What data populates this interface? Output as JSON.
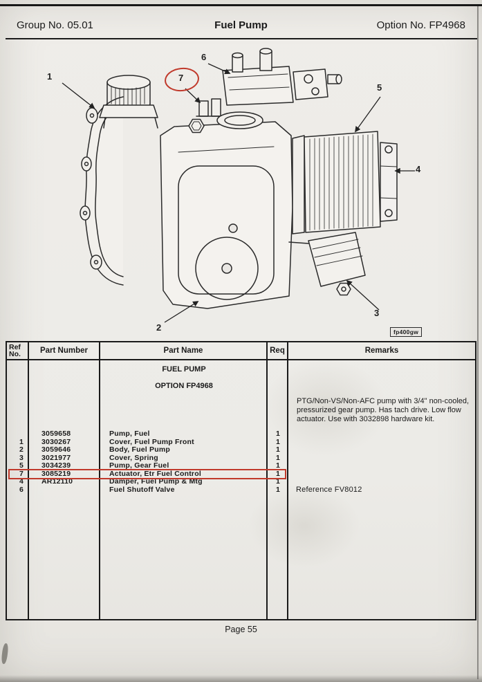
{
  "header": {
    "group_no": "Group No. 05.01",
    "title": "Fuel Pump",
    "option_no": "Option No. FP4968"
  },
  "diagram": {
    "callouts": [
      "1",
      "2",
      "3",
      "4",
      "5",
      "6",
      "7"
    ],
    "highlighted_callout": "7",
    "figure_label": "fp400gw"
  },
  "table": {
    "headers": {
      "ref_line1": "Ref",
      "ref_line2": "No.",
      "part_number": "Part Number",
      "part_name": "Part Name",
      "req": "Req",
      "remarks": "Remarks"
    },
    "section_title": "FUEL PUMP",
    "section_subtitle": "OPTION FP4968",
    "remarks_note": "PTG/Non-VS/Non-AFC pump with 3/4\" non-cooled, pressurized gear pump. Has tach drive. Low flow actuator. Use with 3032898 hardware kit.",
    "rows": [
      {
        "ref": "",
        "part_number": "3059658",
        "part_name": "Pump, Fuel",
        "req": "1",
        "remarks": ""
      },
      {
        "ref": "1",
        "part_number": "3030267",
        "part_name": "Cover, Fuel Pump Front",
        "req": "1",
        "remarks": ""
      },
      {
        "ref": "2",
        "part_number": "3059646",
        "part_name": "Body, Fuel Pump",
        "req": "1",
        "remarks": ""
      },
      {
        "ref": "3",
        "part_number": "3021977",
        "part_name": "Cover, Spring",
        "req": "1",
        "remarks": ""
      },
      {
        "ref": "5",
        "part_number": "3034239",
        "part_name": "Pump, Gear Fuel",
        "req": "1",
        "remarks": ""
      },
      {
        "ref": "7",
        "part_number": "3085219",
        "part_name": "Actuator, Etr Fuel Control",
        "req": "1",
        "remarks": ""
      },
      {
        "ref": "4",
        "part_number": "AR12110",
        "part_name": "Damper, Fuel Pump & Mtg",
        "req": "1",
        "remarks": ""
      },
      {
        "ref": "6",
        "part_number": "",
        "part_name": "Fuel Shutoff Valve",
        "req": "1",
        "remarks": "Reference FV8012"
      }
    ]
  },
  "footer": {
    "page_label": "Page 55"
  },
  "colors": {
    "highlight_red": "#c0392b",
    "ink": "#1a1a1a",
    "paper": "#ecebe7"
  }
}
